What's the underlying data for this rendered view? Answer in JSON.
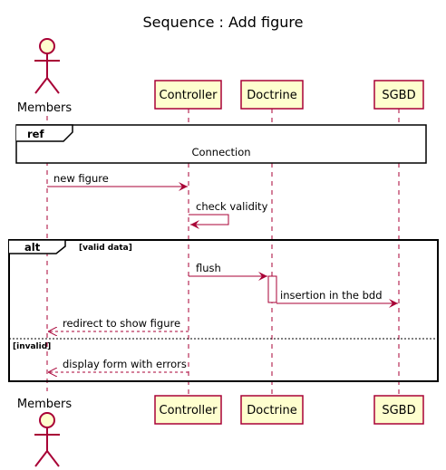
{
  "title": "Sequence : Add figure",
  "colors": {
    "participant_fill": "#FEFECE",
    "participant_border": "#A80036",
    "arrow": "#A80036",
    "frame_border": "#000000",
    "lifeline": "#A80036"
  },
  "participants": [
    {
      "id": "members",
      "label": "Members",
      "kind": "actor"
    },
    {
      "id": "controller",
      "label": "Controller",
      "kind": "participant"
    },
    {
      "id": "doctrine",
      "label": "Doctrine",
      "kind": "participant"
    },
    {
      "id": "sgbd",
      "label": "SGBD",
      "kind": "participant"
    }
  ],
  "ref": {
    "label": "ref",
    "text": "Connection"
  },
  "messages": {
    "new_figure": "new figure",
    "check_validity": "check validity",
    "flush": "flush",
    "insertion": "insertion in the bdd",
    "redirect": "redirect to show figure",
    "display_form": "display form with errors"
  },
  "alt": {
    "label": "alt",
    "condition_valid": "[valid data]",
    "condition_invalid": "[invalid]"
  }
}
